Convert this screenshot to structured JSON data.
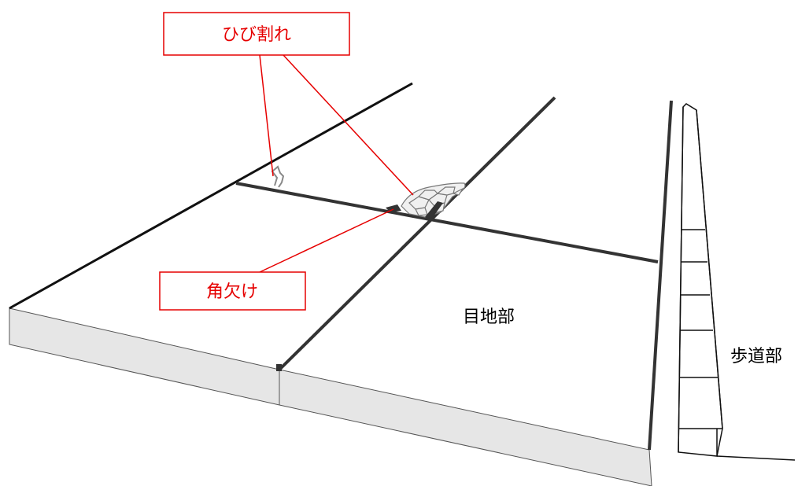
{
  "labels": {
    "crack": "ひび割れ",
    "chipping": "角欠け",
    "joint": "目地部",
    "sidewalk": "歩道部"
  },
  "colors": {
    "callout": "#e60000",
    "line": "#333333",
    "slab_side": "#e6e6e6",
    "crack_stroke": "#888888"
  }
}
